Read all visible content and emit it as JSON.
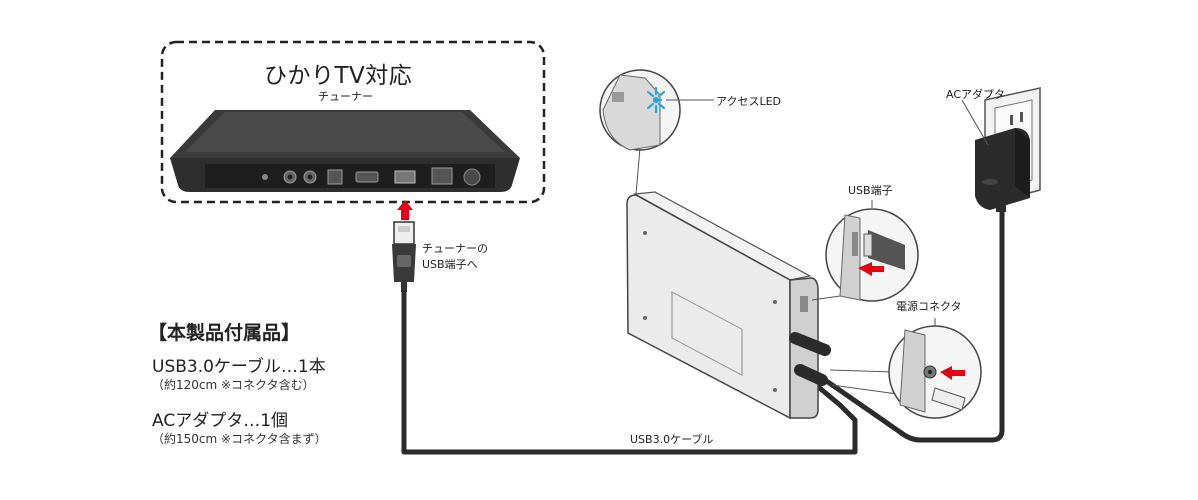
{
  "tuner_box": {
    "title": "ひかりTV対応",
    "subtitle": "チューナー"
  },
  "labels": {
    "usb_to_tuner_line1": "チューナーの",
    "usb_to_tuner_line2": "USB端子へ",
    "access_led": "アクセスLED",
    "ac_adapter": "ACアダプタ",
    "usb_port": "USB端子",
    "power_connector": "電源コネクタ",
    "cable": "USB3.0ケーブル"
  },
  "accessories": {
    "heading": "【本製品付属品】",
    "items": [
      {
        "name": "USB3.0ケーブル…1本",
        "note": "（約120cm ※コネクタ含む）"
      },
      {
        "name": "ACアダプタ…1個",
        "note": "（約150cm ※コネクタ含まず）"
      }
    ]
  },
  "colors": {
    "arrow_red": "#e60012",
    "led_blue": "#29a8e0",
    "device_gray": "#e6e6e6",
    "dark": "#2b2b2b"
  }
}
